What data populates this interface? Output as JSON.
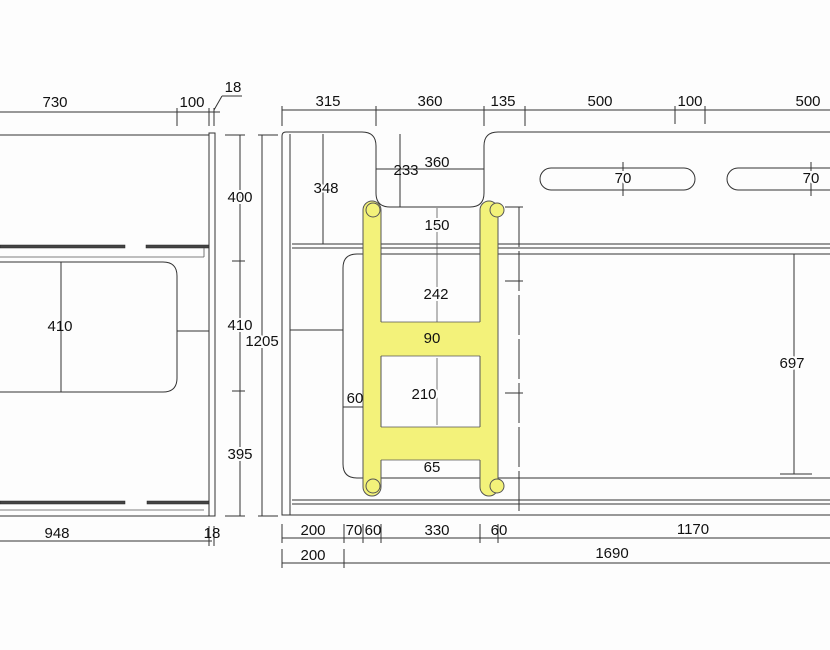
{
  "left_view": {
    "top_dims": [
      "730",
      "100",
      "18"
    ],
    "bottom_dims": [
      "948",
      "18"
    ],
    "vertical_dims": [
      "400",
      "410",
      "395"
    ],
    "overall_height": "1205",
    "opening_height": "410"
  },
  "front_view": {
    "top_dims": [
      "315",
      "360",
      "135",
      "500",
      "100",
      "500"
    ],
    "notch": {
      "depth": "348",
      "offset": "233",
      "width": "360"
    },
    "slots": [
      "70",
      "70"
    ],
    "ladder": {
      "top_gap": "150",
      "upper_opening": "242",
      "rung": "90",
      "lower_opening": "210",
      "bottom_gap": "65",
      "side_gap": "60",
      "color": "#f3f27a"
    },
    "cavity_height": "697",
    "bottom_dims_row1": [
      "200",
      "70",
      "60",
      "330",
      "60",
      "1170"
    ],
    "bottom_dims_row2": [
      "200",
      "1690"
    ]
  }
}
